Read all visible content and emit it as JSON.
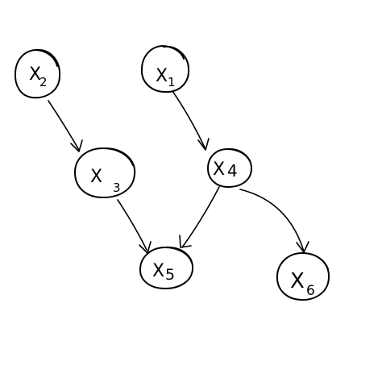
{
  "diagram": {
    "nodes": [
      {
        "id": "x1",
        "letter": "X",
        "index": "1"
      },
      {
        "id": "x2",
        "letter": "X",
        "index": "2"
      },
      {
        "id": "x3",
        "letter": "X",
        "index": "3"
      },
      {
        "id": "x4",
        "letter": "X",
        "index": "4"
      },
      {
        "id": "x5",
        "letter": "X",
        "index": "5"
      },
      {
        "id": "x6",
        "letter": "X",
        "index": "6"
      }
    ],
    "edges": [
      {
        "from": "x2",
        "to": "x3"
      },
      {
        "from": "x1",
        "to": "x4"
      },
      {
        "from": "x3",
        "to": "x5"
      },
      {
        "from": "x4",
        "to": "x5"
      },
      {
        "from": "x4",
        "to": "x6"
      }
    ]
  }
}
